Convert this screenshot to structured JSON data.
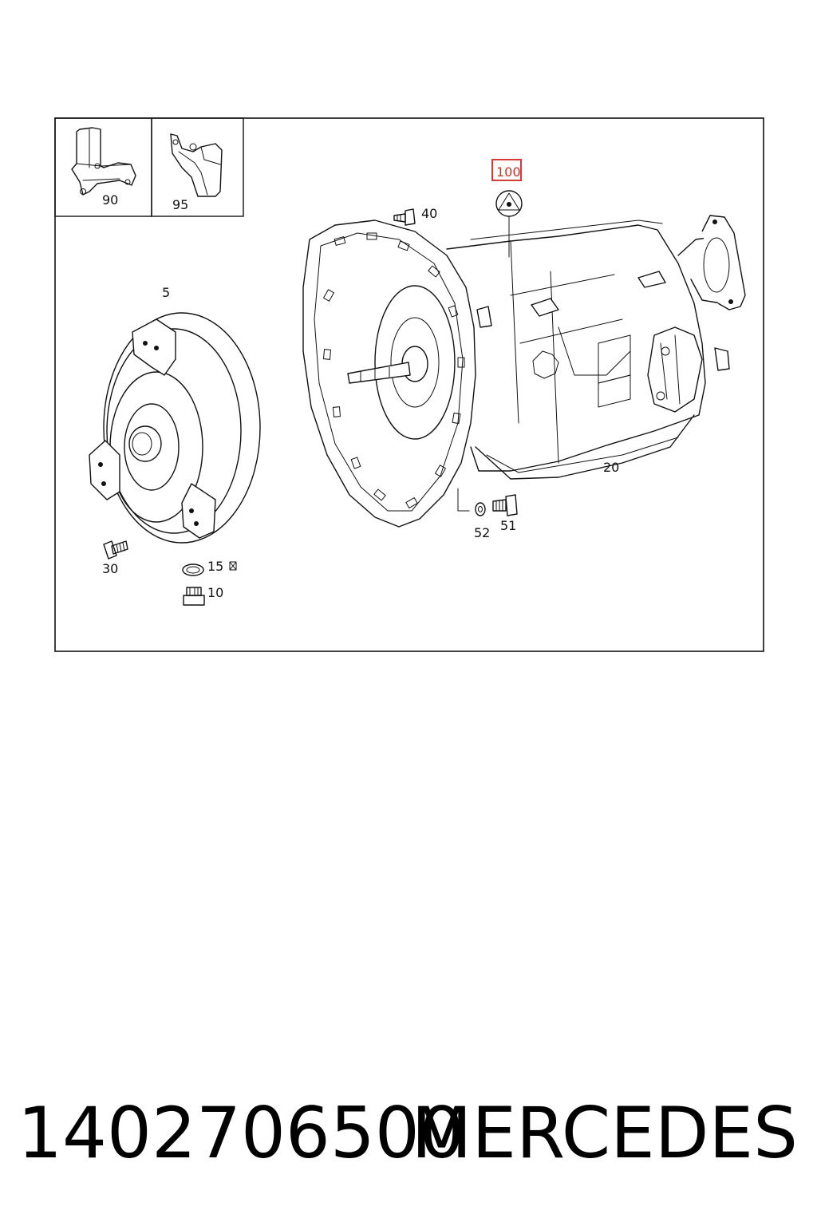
{
  "diagram": {
    "callouts": {
      "p90": "90",
      "p95": "95",
      "p100": "100",
      "p40": "40",
      "p5": "5",
      "p20": "20",
      "p52": "52",
      "p51": "51",
      "p30": "30",
      "p15": "15",
      "p10": "10"
    },
    "highlight_color": "#d33a3a"
  },
  "footer": {
    "part_number": "1402706500",
    "brand": "MERCEDES"
  }
}
